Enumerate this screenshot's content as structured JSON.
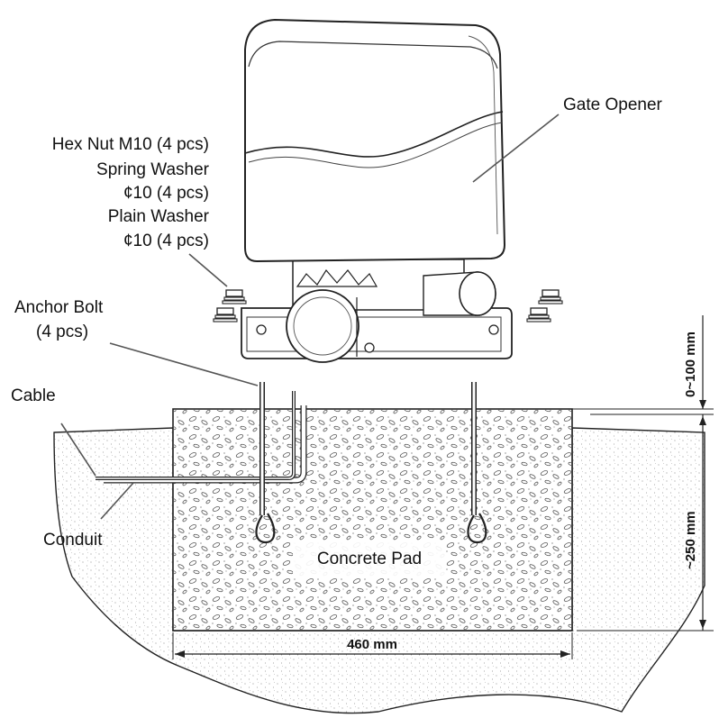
{
  "labels": {
    "gate_opener": "Gate Opener",
    "hex_nut": "Hex Nut M10 (4 pcs)",
    "spring_washer": "Spring Washer",
    "spring_washer_size": "¢10 (4 pcs)",
    "plain_washer": "Plain Washer",
    "plain_washer_size": "¢10 (4 pcs)",
    "anchor_bolt": "Anchor Bolt",
    "anchor_bolt_qty": "(4 pcs)",
    "cable": "Cable",
    "conduit": "Conduit",
    "concrete_pad": "Concrete Pad"
  },
  "dimensions": {
    "bolt_protrusion": "0~100 mm",
    "pad_depth": "~250 mm",
    "pad_width": "460 mm"
  }
}
